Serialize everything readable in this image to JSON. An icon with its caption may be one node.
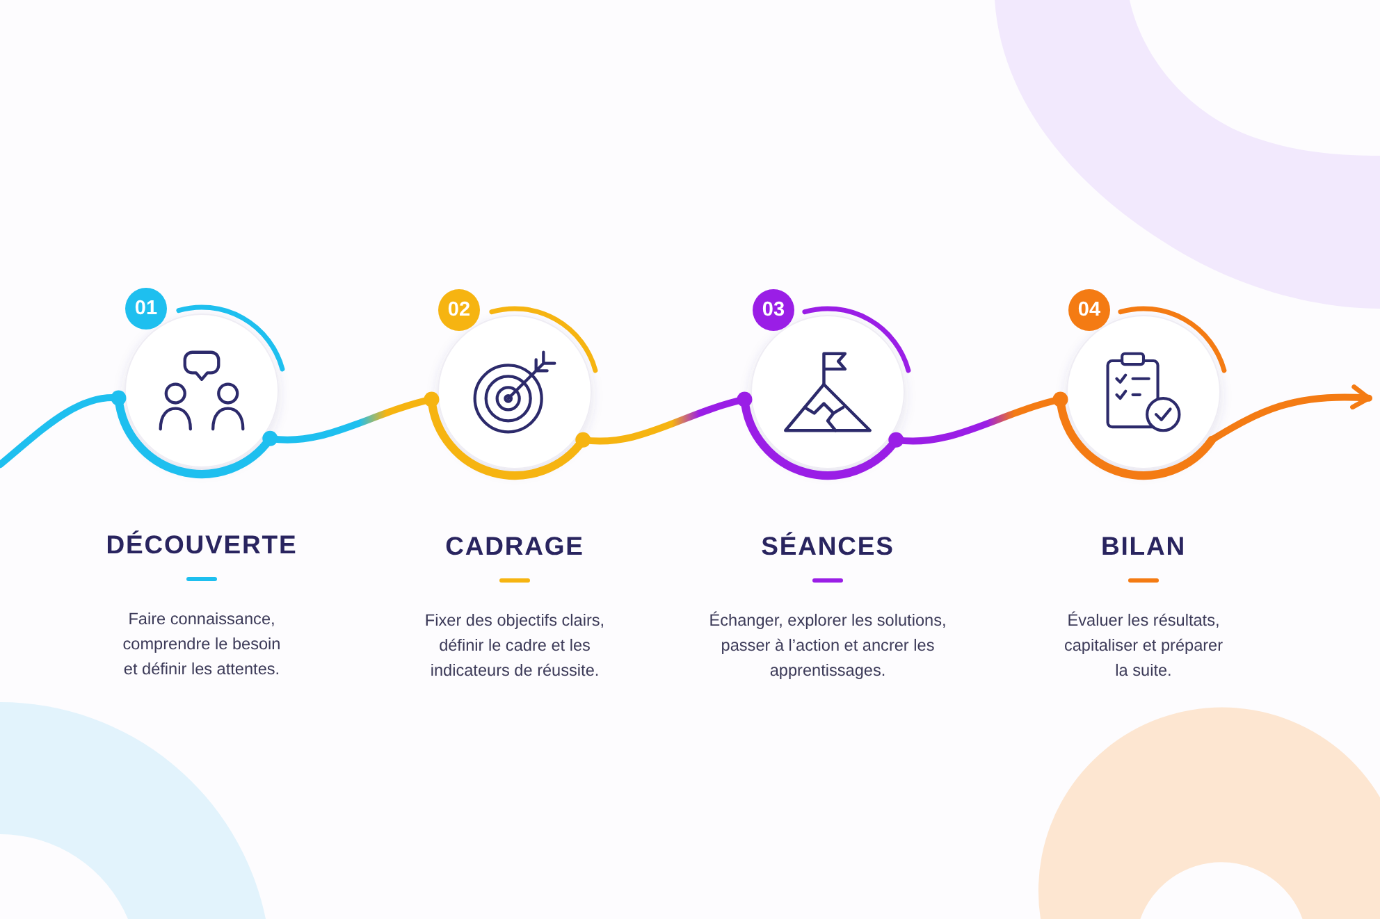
{
  "diagram": {
    "nodes": [
      {
        "text": [
          "01"
        ]
      },
      {
        "text": [
          "DÉCOUVERTE",
          "Faire connaissance, comprendre le besoin et définir les attentes."
        ]
      },
      {
        "text": [
          "02"
        ]
      },
      {
        "text": [
          "CADRAGE",
          "Fixer des objectifs clairs, définir le cadre et les indicateurs de réussite."
        ]
      },
      {
        "text": [
          "03"
        ]
      },
      {
        "text": [
          "SÉANCES",
          "Échanger, explorer les solutions, passer à l’action et ancrer les apprentissages."
        ]
      },
      {
        "text": [
          "04"
        ]
      },
      {
        "text": [
          "BILAN",
          "Évaluer les résultats, capitaliser et préparer la suite."
        ]
      }
    ],
    "edges": [
      {
        "from": null,
        "to": 1,
        "arrow": "none"
      },
      {
        "from": 1,
        "to": 3,
        "arrow": "none"
      },
      {
        "from": 3,
        "to": 5,
        "arrow": "none"
      },
      {
        "from": 5,
        "to": 7,
        "arrow": "none"
      },
      {
        "from": 7,
        "to": null,
        "arrow": "to"
      }
    ]
  }
}
